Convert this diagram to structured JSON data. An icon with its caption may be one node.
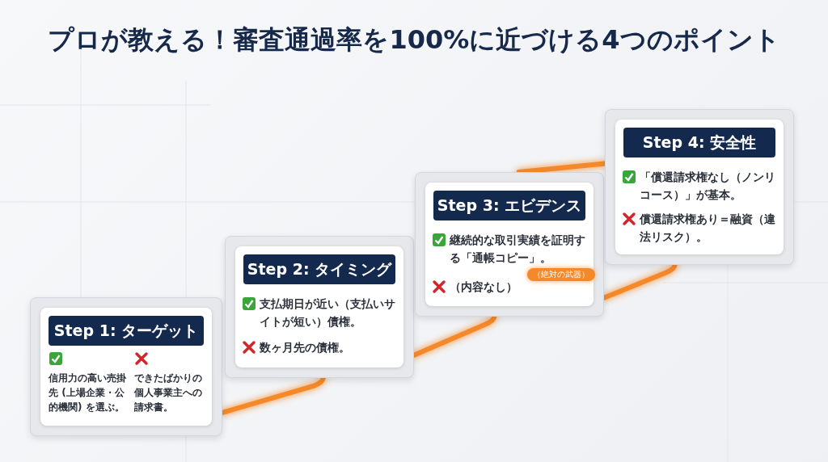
{
  "diagram": {
    "title": "プロが教える！審査通過率を100%に近づける4つのポイント",
    "nodes": [
      {
        "text": [
          "Step 1: ターゲット",
          "信用力の高い売掛先 (上場企業・公的機関) を選ぶ。",
          "できたばかりの個人事業主への請求書。"
        ]
      },
      {
        "text": [
          "Step 2: タイミング",
          "支払期日が近い（支払いサイトが短い）債権。",
          "数ヶ月先の債権。"
        ]
      },
      {
        "text": [
          "Step 3: エビデンス",
          "継続的な取引実績を証明する「通帳コピー」。",
          "（絶対の武器）",
          "（内容なし）"
        ]
      },
      {
        "text": [
          "Step 4: 安全性",
          "「償還請求権なし（ノンリコース）」が基本。",
          "償還請求権あり＝融資（違法リスク）。"
        ]
      }
    ],
    "edges": [
      {
        "from": 0,
        "to": 1,
        "arrow": "none"
      },
      {
        "from": 1,
        "to": 2,
        "arrow": "none"
      },
      {
        "from": 2,
        "to": 3,
        "arrow": "none"
      },
      {
        "from": 2,
        "to": 3,
        "arrow": "none"
      }
    ]
  }
}
